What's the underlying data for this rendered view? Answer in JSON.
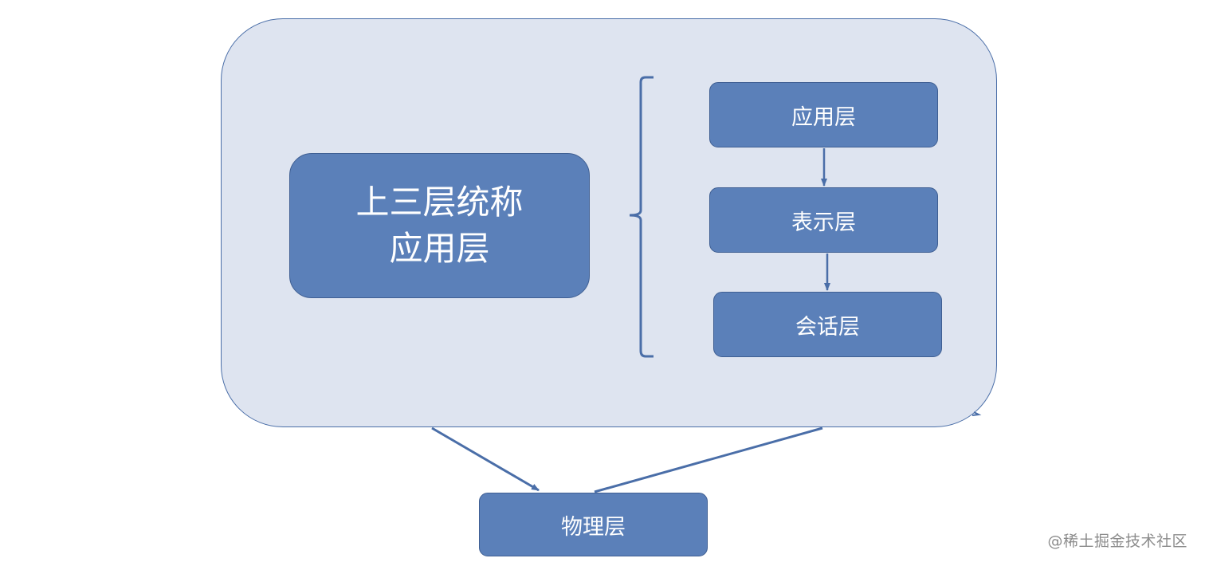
{
  "diagram": {
    "summary": {
      "line1": "上三层统称",
      "line2": "应用层"
    },
    "layers": {
      "application": "应用层",
      "presentation": "表示层",
      "session": "会话层",
      "physical": "物理层"
    },
    "colors": {
      "group_fill": "#dee4f0",
      "group_border": "#4a6ea8",
      "box_fill": "#5b80b9",
      "box_text": "#ffffff",
      "connector": "#4a6ea8"
    }
  },
  "watermark": "@稀土掘金技术社区"
}
